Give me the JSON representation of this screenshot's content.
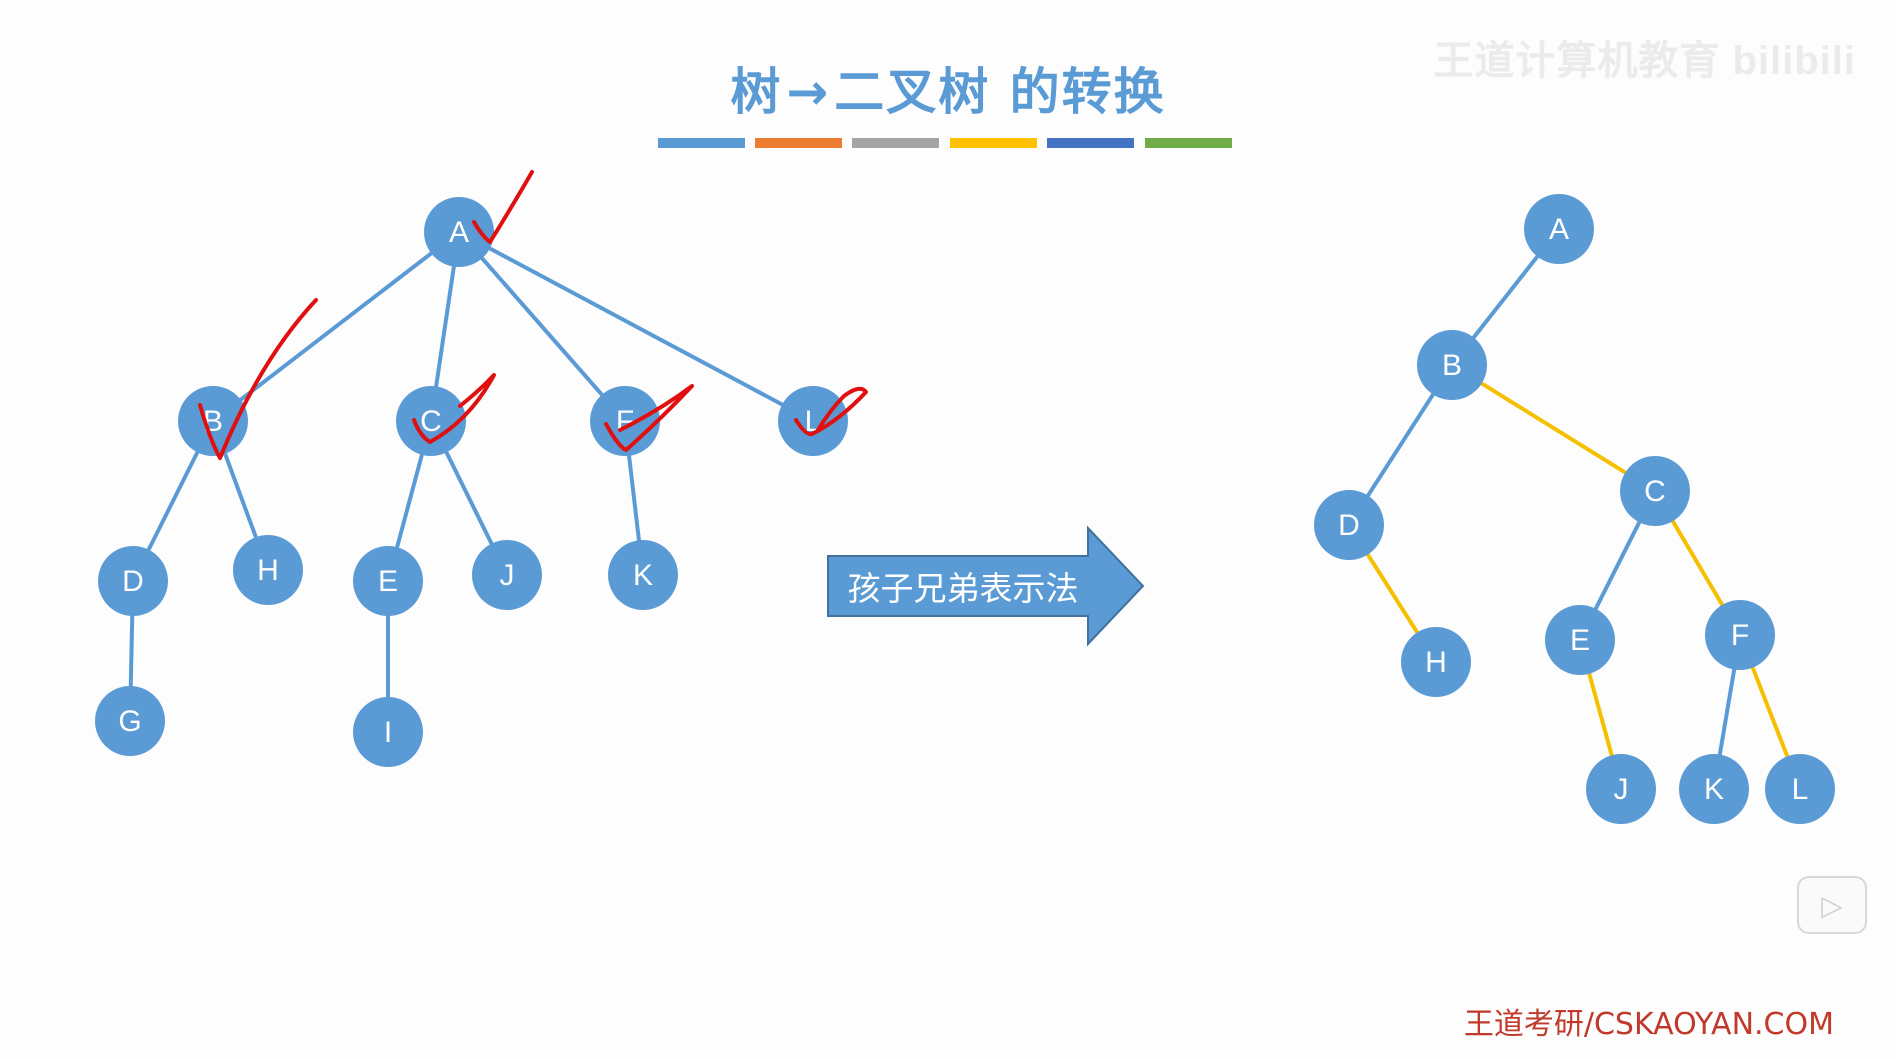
{
  "title": {
    "left": "树",
    "arrow": "→",
    "right": "二叉树 的转换"
  },
  "colors": {
    "node": "#5b9bd5",
    "tree_edge": "#5b9bd5",
    "sibling_edge": "#f5c000",
    "check_mark": "#e01010",
    "bars": [
      "#5b9bd5",
      "#ed7d31",
      "#a5a5a5",
      "#ffc000",
      "#4472c4",
      "#70ad47"
    ]
  },
  "watermark": "王道计算机教育 bilibili",
  "arrow_label": "孩子兄弟表示法",
  "footer": "王道考研/CSKAOYAN.COM",
  "tree": {
    "nodes": [
      "A",
      "B",
      "C",
      "F",
      "L",
      "D",
      "H",
      "E",
      "J",
      "K",
      "G",
      "I"
    ],
    "checked": [
      "A",
      "B",
      "C",
      "F",
      "L"
    ]
  },
  "binary_tree": {
    "nodes": [
      "A",
      "B",
      "C",
      "D",
      "H",
      "E",
      "F",
      "J",
      "K",
      "L"
    ]
  },
  "icons": {
    "play": "play-icon"
  }
}
